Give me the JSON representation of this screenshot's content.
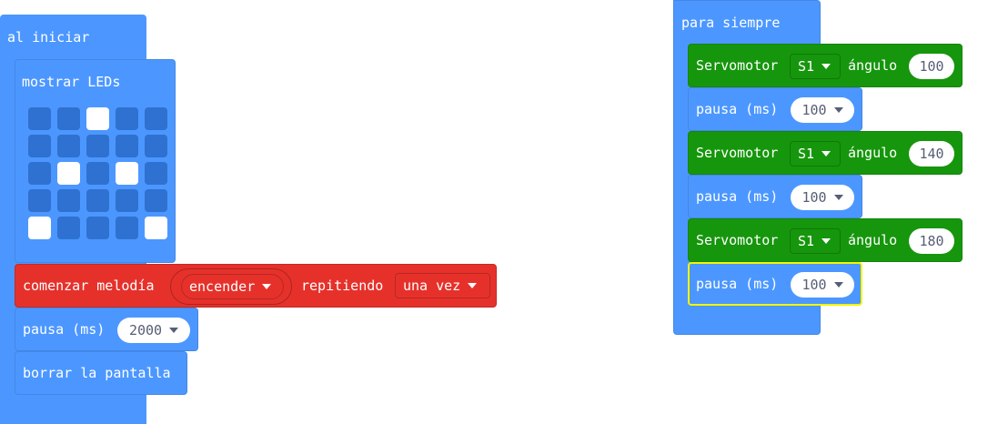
{
  "on_start": {
    "hat_label": "al iniciar",
    "show_leds": {
      "label": "mostrar LEDs",
      "grid": [
        [
          0,
          0,
          1,
          0,
          0
        ],
        [
          0,
          0,
          0,
          0,
          0
        ],
        [
          0,
          1,
          0,
          1,
          0
        ],
        [
          0,
          0,
          0,
          0,
          0
        ],
        [
          1,
          0,
          0,
          0,
          1
        ]
      ]
    },
    "melody": {
      "label": "comenzar melodía",
      "melody_value": "encender",
      "repeat_label": "repitiendo",
      "repeat_value": "una vez"
    },
    "pause": {
      "label": "pausa (ms)",
      "value": "2000"
    },
    "clear": {
      "label": "borrar la pantalla"
    }
  },
  "forever": {
    "hat_label": "para siempre",
    "servo_label": "Servomotor",
    "angle_label": "ángulo",
    "pause_label": "pausa (ms)",
    "steps": [
      {
        "servo": "S1",
        "angle": "100",
        "pause": "100"
      },
      {
        "servo": "S1",
        "angle": "140",
        "pause": "100"
      },
      {
        "servo": "S1",
        "angle": "180",
        "pause": "100"
      }
    ]
  },
  "colors": {
    "basic": "#4c97ff",
    "led_off": "#2f71d0",
    "servo": "#16960c",
    "music": "#e6312b",
    "selection": "#f5f500"
  }
}
